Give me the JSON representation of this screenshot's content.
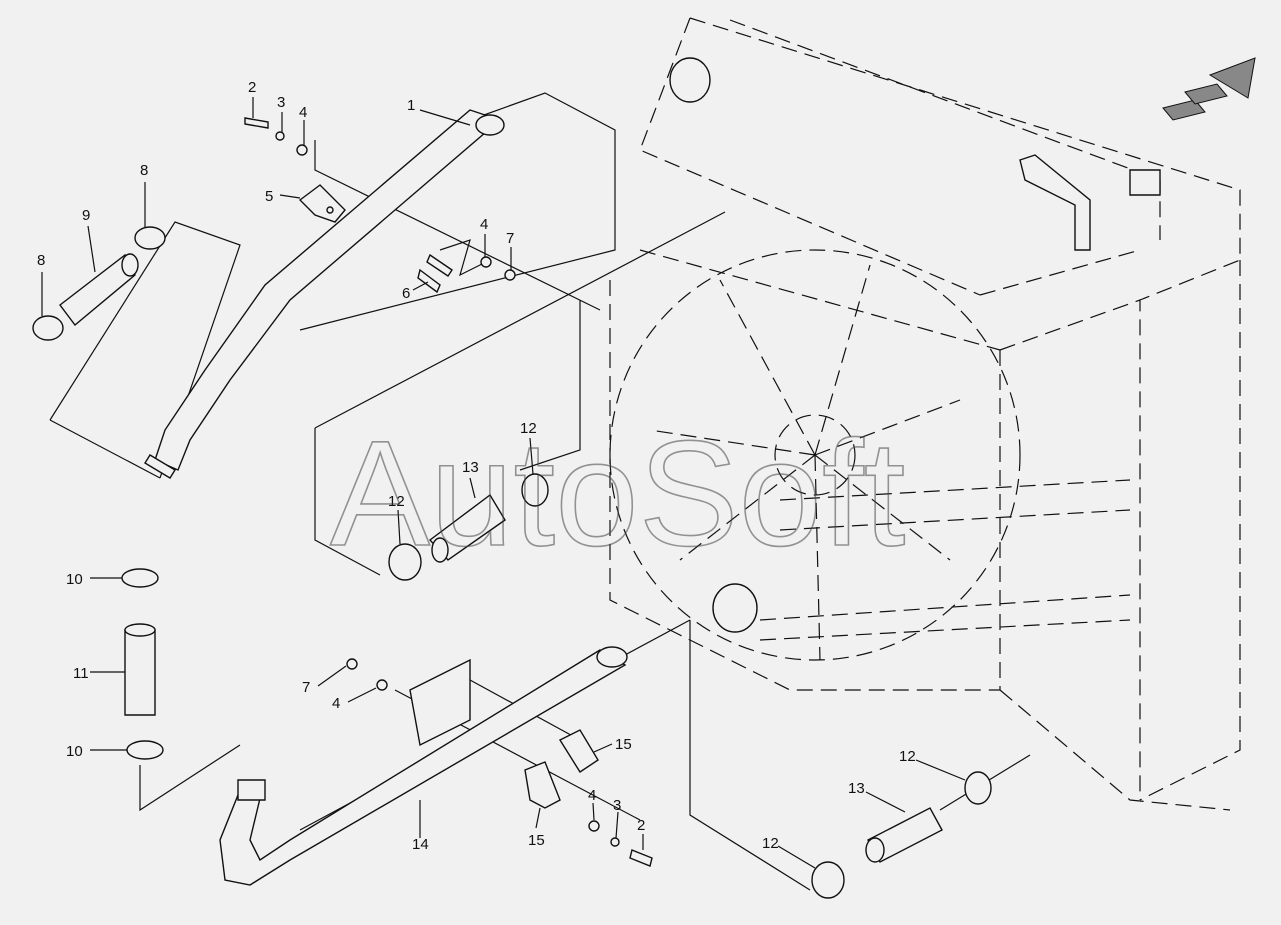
{
  "watermark": "AutoSoft",
  "labels": {
    "l1": "1",
    "l2a": "2",
    "l3a": "3",
    "l4a": "4",
    "l5": "5",
    "l6": "6",
    "l4b": "4",
    "l7a": "7",
    "l8a": "8",
    "l8b": "8",
    "l9": "9",
    "l10a": "10",
    "l11": "11",
    "l10b": "10",
    "l12a": "12",
    "l12b": "12",
    "l13a": "13",
    "l7b": "7",
    "l4c": "4",
    "l15a": "15",
    "l15b": "15",
    "l14": "14",
    "l4d": "4",
    "l3b": "3",
    "l2b": "2",
    "l12c": "12",
    "l13b": "13",
    "l12d": "12"
  },
  "icons": {
    "direction_arrow": "direction-arrow-icon"
  }
}
